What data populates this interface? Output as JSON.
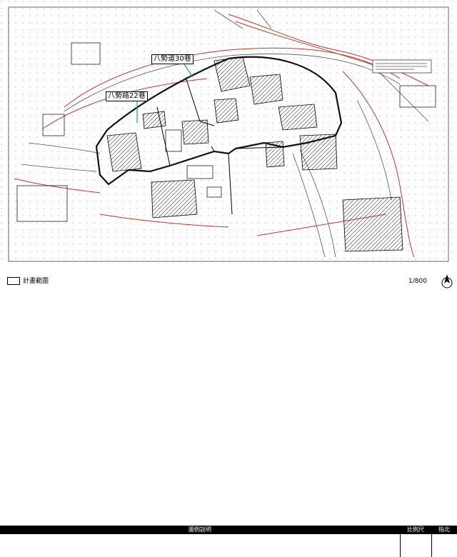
{
  "map": {
    "labels": {
      "callout_30": "八勢道30巷",
      "callout_22": "八勢路22巷"
    }
  },
  "footer": {
    "title": "圖例說明",
    "scale_header": "比例尺",
    "north_header": "指北",
    "legend_label": "計畫範圍",
    "scale_value": "1/800"
  }
}
